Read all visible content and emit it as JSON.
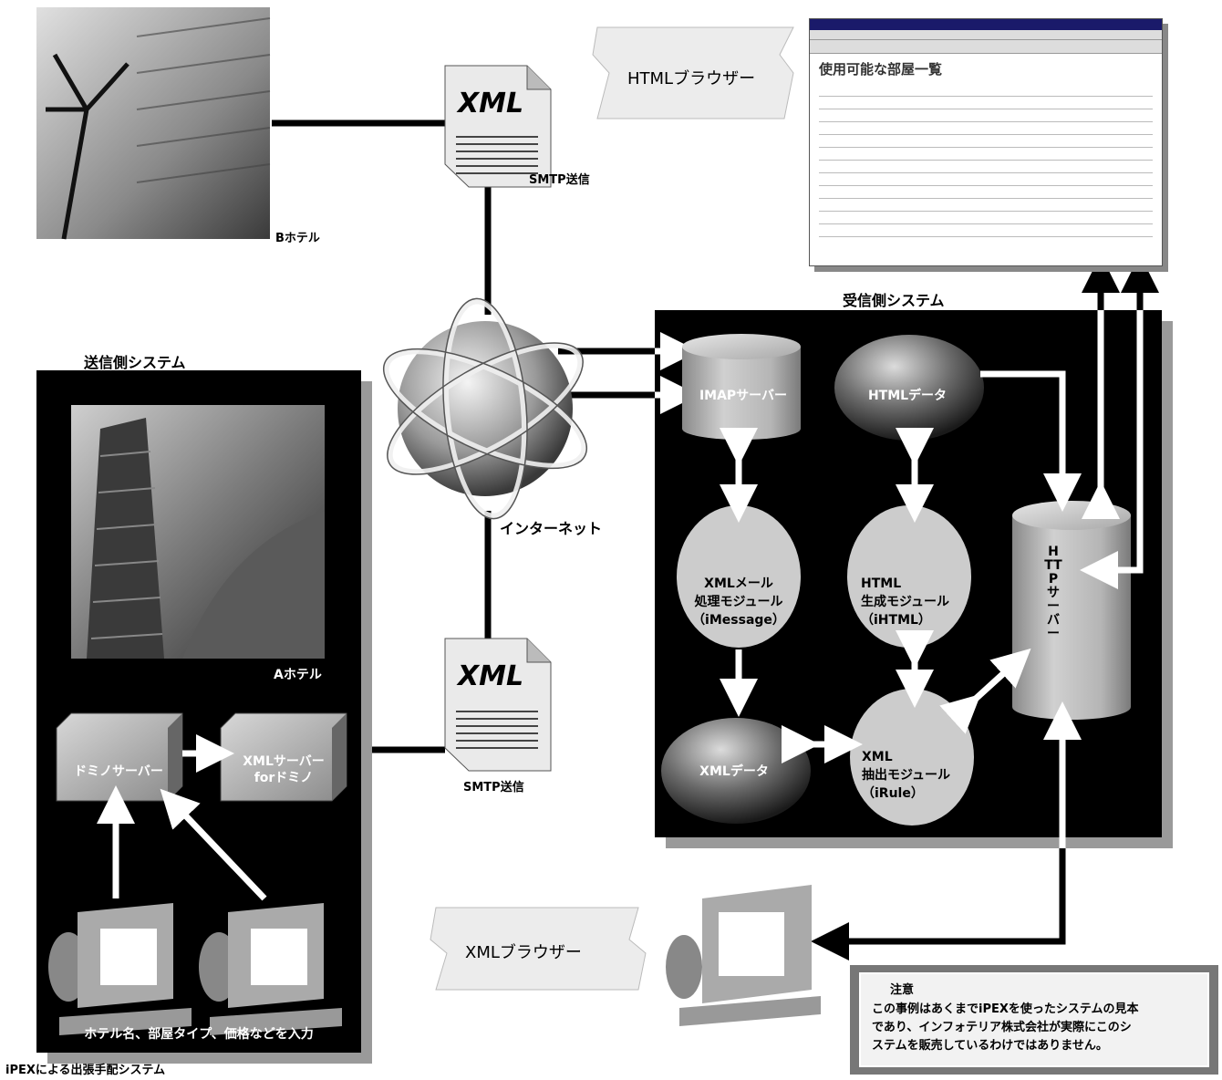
{
  "title": "iPEXによる出張手配システム",
  "sender_system": {
    "title": "送信側システム",
    "hotel_a": "Aホテル",
    "domino_server": "ドミノサーバー",
    "xml_server_line1": "XMLサーバー",
    "xml_server_line2": "forドミノ",
    "input_caption": "ホテル名、部屋タイプ、価格などを入力"
  },
  "hotel_b": "Bホテル",
  "smtp_top": "SMTP送信",
  "smtp_bottom": "SMTP送信",
  "xml_doc_label": "XML",
  "internet": "インターネット",
  "html_browser": "HTMLブラウザー",
  "browser_page_title": "使用可能な部屋一覧",
  "xml_browser": "XMLブラウザー",
  "receiver_system": {
    "title": "受信側システム",
    "imap_server": "IMAPサーバー",
    "html_data": "HTMLデータ",
    "xml_mail_module_line1": "XMLメール",
    "xml_mail_module_line2": "処理モジュール",
    "xml_mail_module_line3": "（iMessage）",
    "html_module_line1": "HTML",
    "html_module_line2": "生成モジュール",
    "html_module_line3": "（iHTML）",
    "http_server": "HTTPサーバー",
    "xml_data": "XMLデータ",
    "xml_extract_line1": "XML",
    "xml_extract_line2": "抽出モジュール",
    "xml_extract_line3": "（iRule）"
  },
  "note": {
    "title": "注意",
    "line1": "この事例はあくまでiPEXを使ったシステムの見本",
    "line2": "であり、インフォテリア株式会社が実際にこのシ",
    "line3": "ステムを販売しているわけではありません。"
  }
}
